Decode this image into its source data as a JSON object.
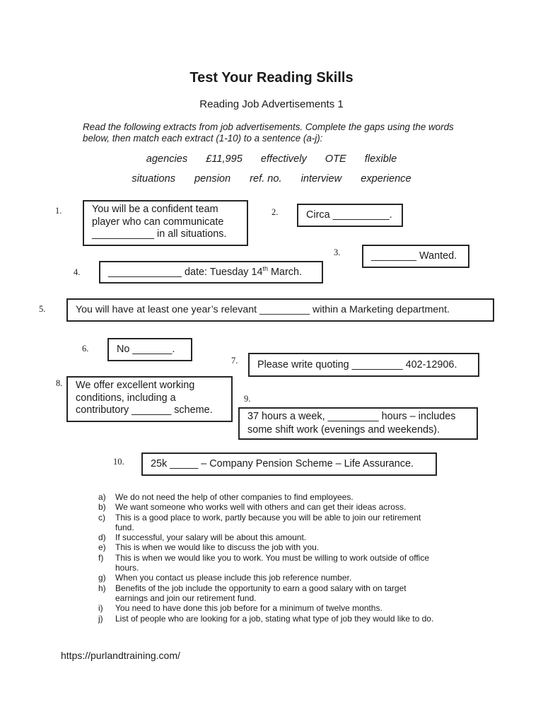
{
  "page": {
    "title": "Test Your Reading Skills",
    "subtitle": "Reading Job Advertisements 1",
    "instructions": "Read the following extracts from job advertisements. Complete the gaps using the words\nbelow, then match each extract (1-10) to a sentence (a-j):",
    "footer_url": "https://purlandtraining.com/"
  },
  "word_bank": {
    "row1": [
      "agencies",
      "£11,995",
      "effectively",
      "OTE",
      "flexible"
    ],
    "row2": [
      "situations",
      "pension",
      "ref. no.",
      "interview",
      "experience"
    ]
  },
  "extracts": [
    {
      "number": "1.",
      "text": "You will be a confident team\nplayer who can communicate\n___________ in all situations."
    },
    {
      "number": "2.",
      "text": "Circa __________."
    },
    {
      "number": "3.",
      "text": "________ Wanted."
    },
    {
      "number": "4.",
      "text_before": "_____________ date: Tuesday 14",
      "sup": "th",
      "text_after": " March."
    },
    {
      "number": "5.",
      "text": "You will have at least one year’s relevant _________ within a Marketing department."
    },
    {
      "number": "6.",
      "text": "No _______."
    },
    {
      "number": "7.",
      "text": "Please write quoting _________ 402-12906."
    },
    {
      "number": "8.",
      "text": "We offer excellent working\nconditions, including a\ncontributory _______ scheme."
    },
    {
      "number": "9.",
      "text": "37 hours a week, _________ hours – includes\nsome shift work (evenings and weekends)."
    },
    {
      "number": "10.",
      "text": "25k _____ – Company Pension Scheme – Life Assurance."
    }
  ],
  "sentences": [
    {
      "letter": "a)",
      "text": "We do not need the help of other companies to find employees."
    },
    {
      "letter": "b)",
      "text": "We want someone who works well with others and can get their ideas across."
    },
    {
      "letter": "c)",
      "text": "This is a good place to work, partly because you will be able to join our retirement\nfund."
    },
    {
      "letter": "d)",
      "text": "If successful, your salary will be about this amount."
    },
    {
      "letter": "e)",
      "text": "This is when we would like to discuss the job with you."
    },
    {
      "letter": "f)",
      "text": "This is when we would like you to work. You must be willing to work outside of office\nhours."
    },
    {
      "letter": "g)",
      "text": "When you contact us please include this job reference number."
    },
    {
      "letter": "h)",
      "text": "Benefits of the job include the opportunity to earn a good salary with on target\nearnings and join our retirement fund."
    },
    {
      "letter": "i)",
      "text": "You need to have done this job before for a minimum of twelve months."
    },
    {
      "letter": "j)",
      "text": "List of people who are looking for a job, stating what type of job they would like to do."
    }
  ]
}
